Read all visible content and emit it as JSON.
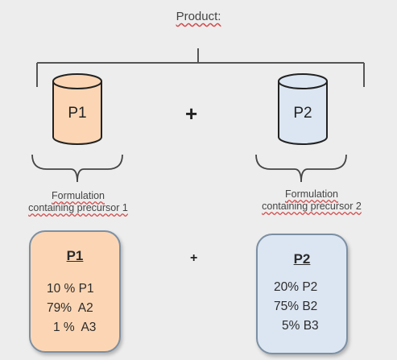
{
  "title": "Product:",
  "products": [
    {
      "id": "P1",
      "fill": "#fcd6b4",
      "caption_lines": [
        "Formulation",
        "containing precursor 1"
      ],
      "composition": [
        "10 % P1",
        "79%  A2",
        "1 %  A3"
      ]
    },
    {
      "id": "P2",
      "fill": "#dce6f2",
      "caption_lines": [
        "Formulation",
        "containing precursor 2"
      ],
      "composition": [
        "20% P2",
        "75% B2",
        "5% B3"
      ]
    }
  ],
  "operator": "+",
  "colors": {
    "outline": "#7c8fa3",
    "line": "#555555",
    "background": "#ededed",
    "spell_underline": "#d24a4a"
  }
}
